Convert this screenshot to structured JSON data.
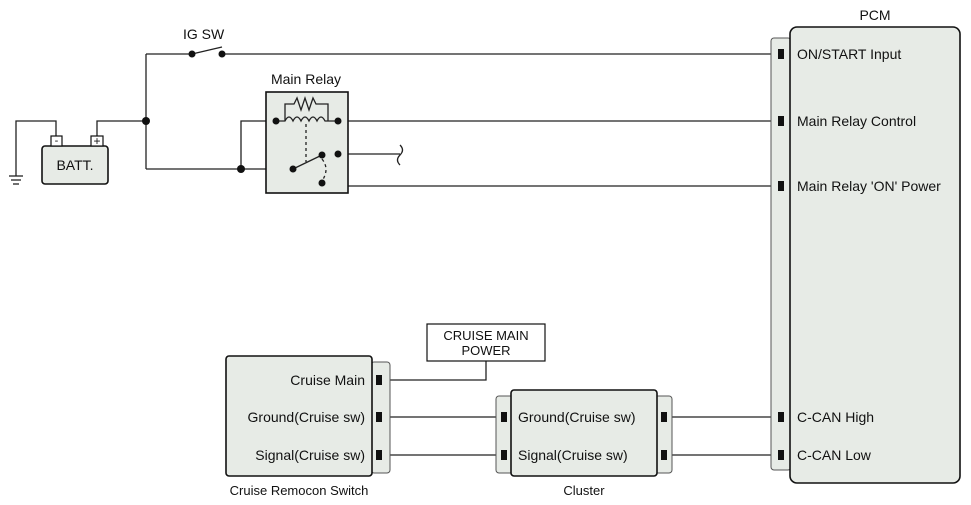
{
  "pcm": {
    "title": "PCM",
    "pins": {
      "on_start": "ON/START Input",
      "main_relay_control": "Main Relay Control",
      "main_relay_on_power": "Main Relay 'ON' Power",
      "can_high": "C-CAN High",
      "can_low": "C-CAN Low"
    }
  },
  "ig_switch": {
    "label": "IG SW"
  },
  "main_relay": {
    "label": "Main Relay"
  },
  "battery": {
    "label": "BATT.",
    "neg": "-",
    "pos": "+"
  },
  "cruise_main_power": {
    "line1": "CRUISE MAIN",
    "line2": "POWER"
  },
  "remocon": {
    "caption": "Cruise Remocon Switch",
    "pins": {
      "cruise_main": "Cruise Main",
      "ground": "Ground(Cruise sw)",
      "signal": "Signal(Cruise sw)"
    }
  },
  "cluster": {
    "caption": "Cluster",
    "pins": {
      "ground": "Ground(Cruise sw)",
      "signal": "Signal(Cruise sw)"
    }
  }
}
